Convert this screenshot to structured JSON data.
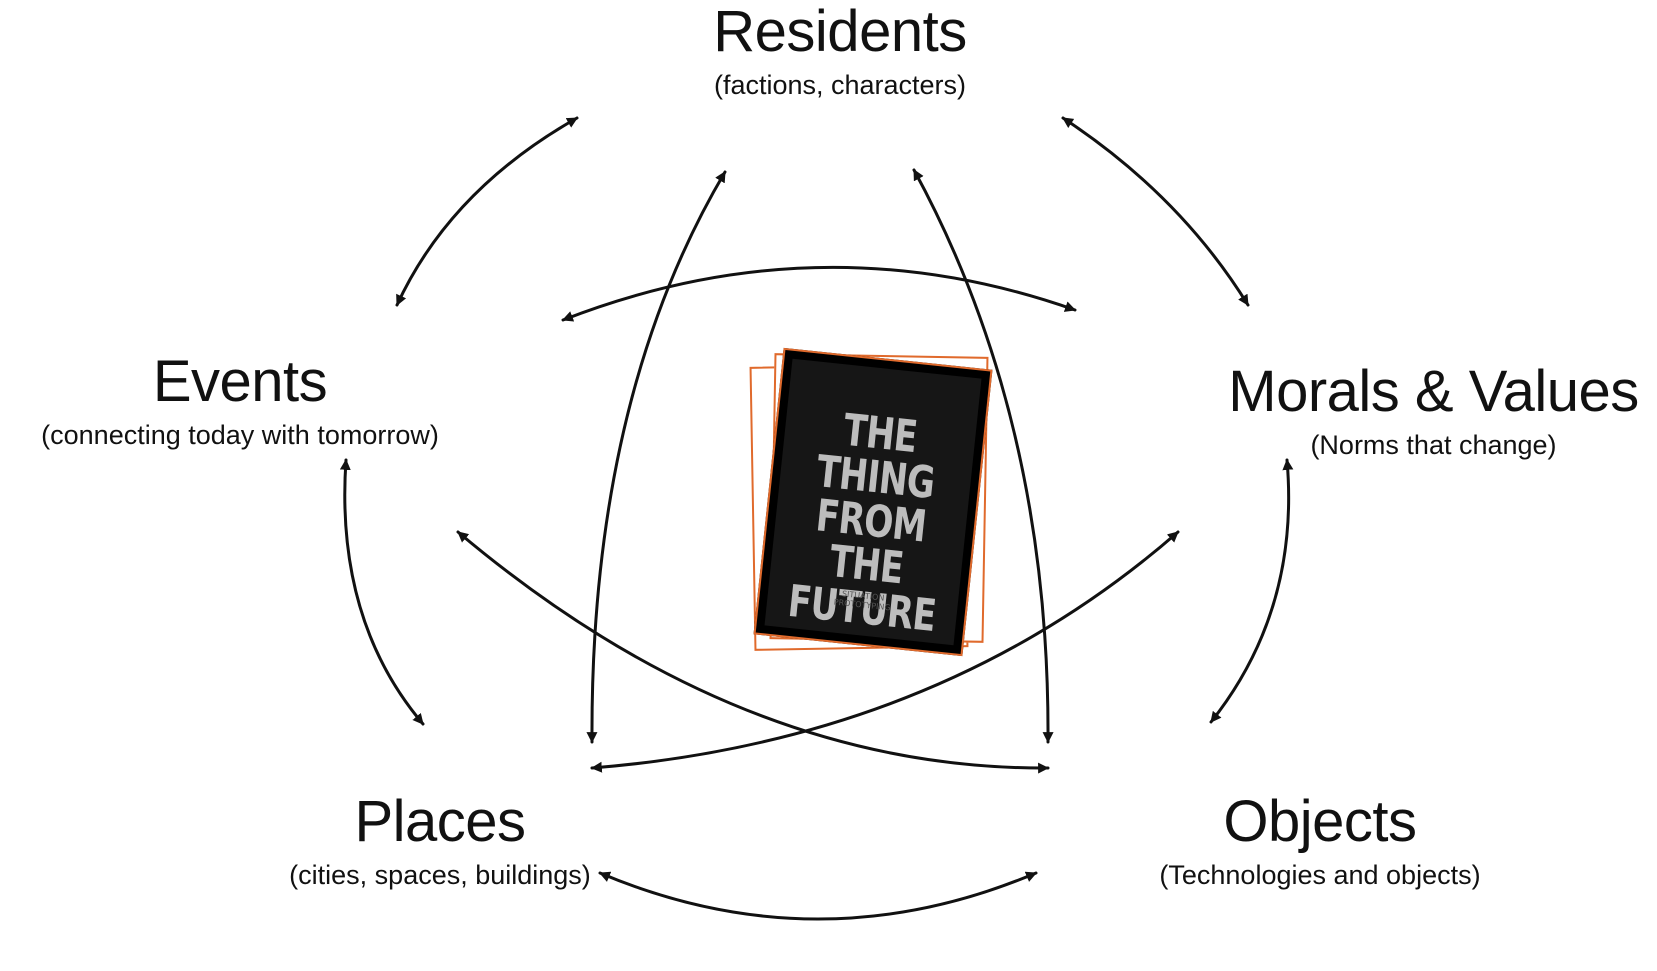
{
  "nodes": {
    "residents": {
      "title": "Residents",
      "subtitle": "(factions, characters)"
    },
    "events": {
      "title": "Events",
      "subtitle": "(connecting today with tomorrow)"
    },
    "morals": {
      "title": "Morals & Values",
      "subtitle": "(Norms that change)"
    },
    "places": {
      "title": "Places",
      "subtitle": "(cities, spaces, buildings)"
    },
    "objects": {
      "title": "Objects",
      "subtitle": "(Technologies and objects)"
    }
  },
  "book": {
    "title_lines": [
      "THE",
      "THING",
      "FROM THE",
      "FUTURE"
    ],
    "small_text": [
      "SITUATION",
      "PROTOTYPING"
    ]
  },
  "connections": [
    {
      "from": "residents",
      "to": "events"
    },
    {
      "from": "residents",
      "to": "morals"
    },
    {
      "from": "residents",
      "to": "places"
    },
    {
      "from": "residents",
      "to": "objects"
    },
    {
      "from": "events",
      "to": "morals"
    },
    {
      "from": "events",
      "to": "places"
    },
    {
      "from": "events",
      "to": "objects"
    },
    {
      "from": "morals",
      "to": "places"
    },
    {
      "from": "morals",
      "to": "objects"
    },
    {
      "from": "places",
      "to": "objects"
    }
  ],
  "colors": {
    "ink": "#111111",
    "accent": "#e06a2c",
    "card": "#000000"
  }
}
